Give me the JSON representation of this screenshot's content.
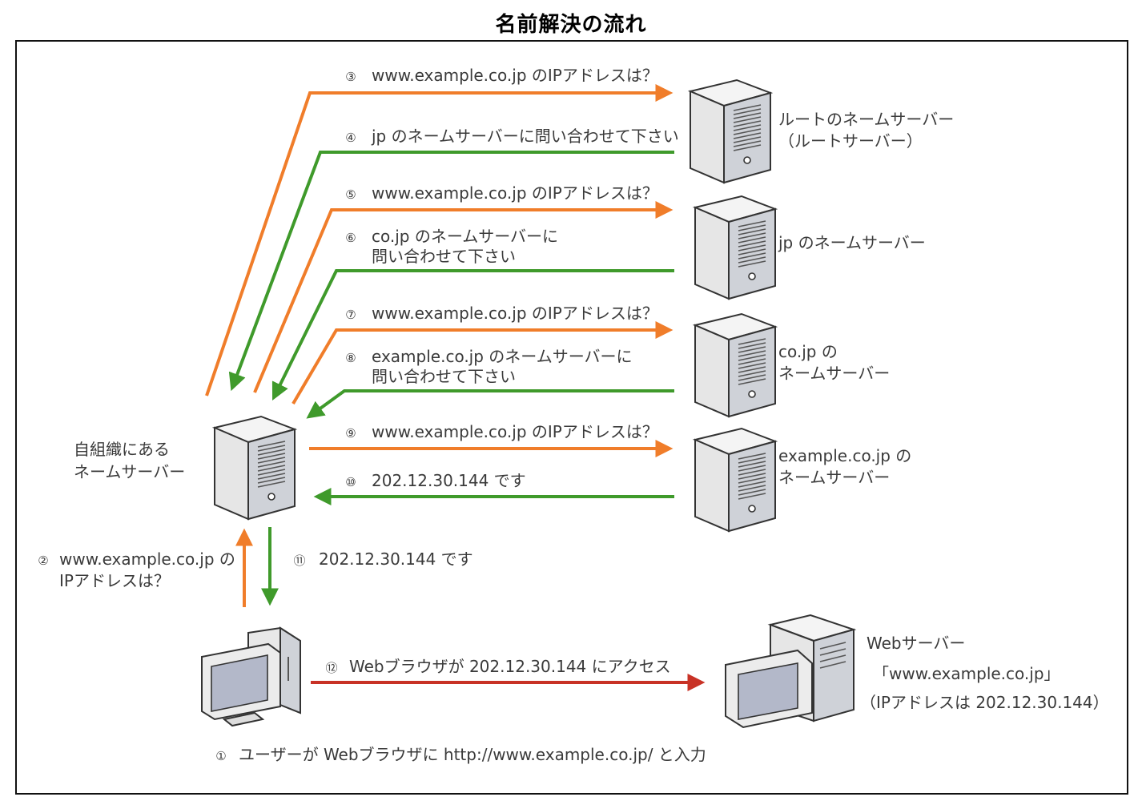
{
  "title": "名前解決の流れ",
  "colors": {
    "query": "#f07d2a",
    "reply": "#3f9a2b",
    "access": "#c83226"
  },
  "servers": {
    "root": [
      "ルートのネームサーバー",
      "（ルートサーバー）"
    ],
    "jp": [
      "jp のネームサーバー"
    ],
    "cojp": [
      "co.jp の",
      "ネームサーバー"
    ],
    "example": [
      "example.co.jp の",
      "ネームサーバー"
    ],
    "local": [
      "自組織にある",
      "ネームサーバー"
    ],
    "web": [
      "Webサーバー",
      "「www.example.co.jp」",
      "（IPアドレスは 202.12.30.144）"
    ]
  },
  "steps": [
    {
      "num": "①",
      "lines": [
        "ユーザーが Webブラウザに http://www.example.co.jp/ と入力"
      ]
    },
    {
      "num": "②",
      "lines": [
        "www.example.co.jp の",
        "IPアドレスは？"
      ]
    },
    {
      "num": "③",
      "lines": [
        "www.example.co.jp のIPアドレスは？"
      ]
    },
    {
      "num": "④",
      "lines": [
        "jp のネームサーバーに問い合わせて下さい"
      ]
    },
    {
      "num": "⑤",
      "lines": [
        "www.example.co.jp のIPアドレスは？"
      ]
    },
    {
      "num": "⑥",
      "lines": [
        "co.jp のネームサーバーに",
        "問い合わせて下さい"
      ]
    },
    {
      "num": "⑦",
      "lines": [
        "www.example.co.jp のIPアドレスは？"
      ]
    },
    {
      "num": "⑧",
      "lines": [
        "example.co.jp のネームサーバーに",
        "問い合わせて下さい"
      ]
    },
    {
      "num": "⑨",
      "lines": [
        "www.example.co.jp のIPアドレスは？"
      ]
    },
    {
      "num": "⑩",
      "lines": [
        "202.12.30.144 です"
      ]
    },
    {
      "num": "⑪",
      "lines": [
        "202.12.30.144 です"
      ]
    },
    {
      "num": "⑫",
      "lines": [
        "Webブラウザが 202.12.30.144 にアクセス"
      ]
    }
  ]
}
